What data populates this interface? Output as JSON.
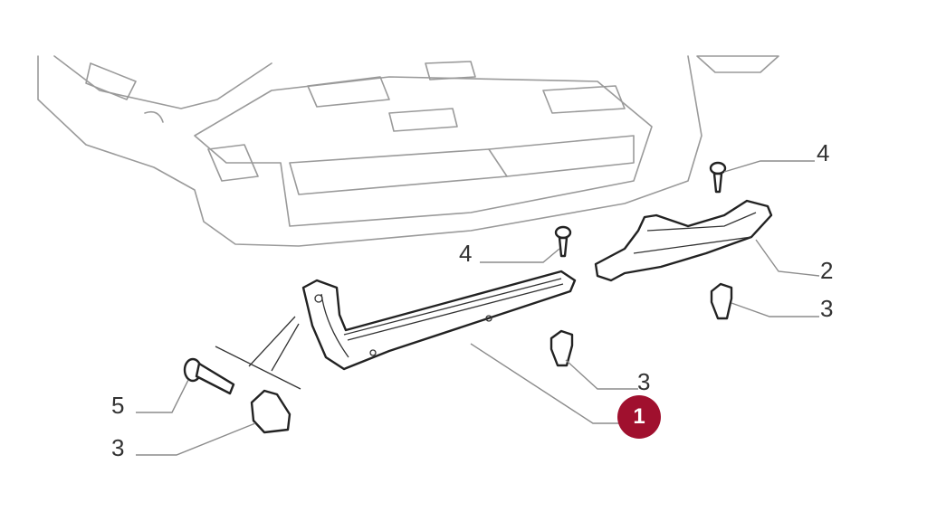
{
  "diagram": {
    "callouts": [
      {
        "id": "screw-top-right",
        "label": "4"
      },
      {
        "id": "screw-middle",
        "label": "4"
      },
      {
        "id": "rear-trim",
        "label": "2"
      },
      {
        "id": "clip-right",
        "label": "3"
      },
      {
        "id": "clip-middle",
        "label": "3"
      },
      {
        "id": "bolt",
        "label": "5"
      },
      {
        "id": "clip-left",
        "label": "3"
      }
    ],
    "highlighted_part": {
      "label": "1",
      "color": "#a0102e"
    }
  }
}
